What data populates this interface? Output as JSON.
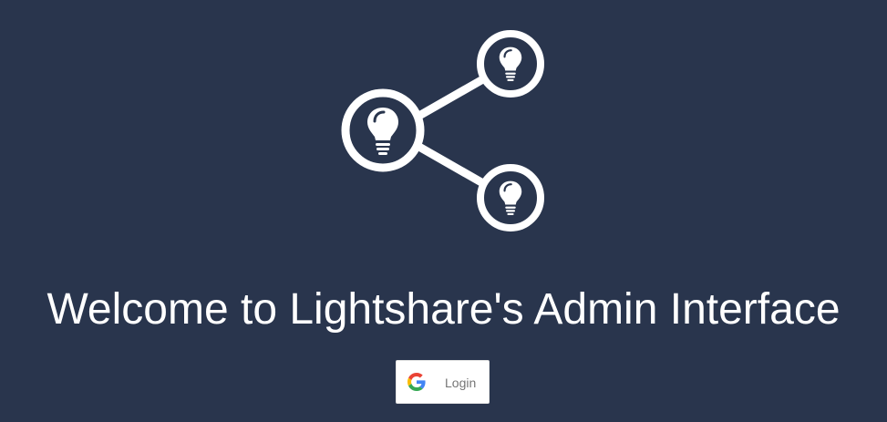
{
  "title": "Welcome to Lightshare's Admin Interface",
  "login": {
    "label": "Login",
    "icon": "google-icon"
  },
  "logo": {
    "icon": "share-network-lightbulb-logo"
  },
  "colors": {
    "background": "#29354d",
    "foreground": "#ffffff",
    "button_text": "#757575"
  }
}
